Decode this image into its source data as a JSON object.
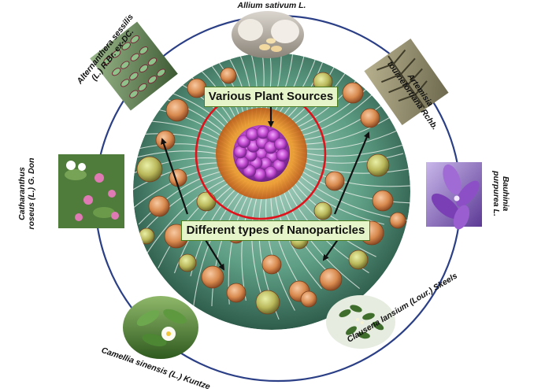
{
  "center": {
    "top_label": "Various Plant Sources",
    "bottom_label": "Different types of Nanoparticles"
  },
  "plants": [
    {
      "id": "allium",
      "name": "Allium sativum L."
    },
    {
      "id": "artemisia",
      "line1": "Artemisia",
      "line2": "tournefortiana Rchb."
    },
    {
      "id": "bauhinia",
      "line1": "Bauhinia",
      "line2": "purpurea L."
    },
    {
      "id": "clausena",
      "name": "Clausena lansium (Lour.) Skeels"
    },
    {
      "id": "camellia",
      "name": "Camellia sinensis (L.) Kuntze"
    },
    {
      "id": "catharanthus",
      "line1": "Catharanthus",
      "line2": "roseus (L.) G. Don"
    },
    {
      "id": "alternanthera",
      "line1": "Alternanthera sessilis",
      "line2": "(L.) R.Br. ex-DC."
    }
  ],
  "colors": {
    "ring": "#2b3f86",
    "red_circle": "#e0121b",
    "label_box_fill": "#e6f5c9",
    "label_box_border": "#4c7a1e",
    "arrow": "#111111",
    "nucleus": "#c34bd0",
    "nanoparticle": "#d88a4e"
  }
}
